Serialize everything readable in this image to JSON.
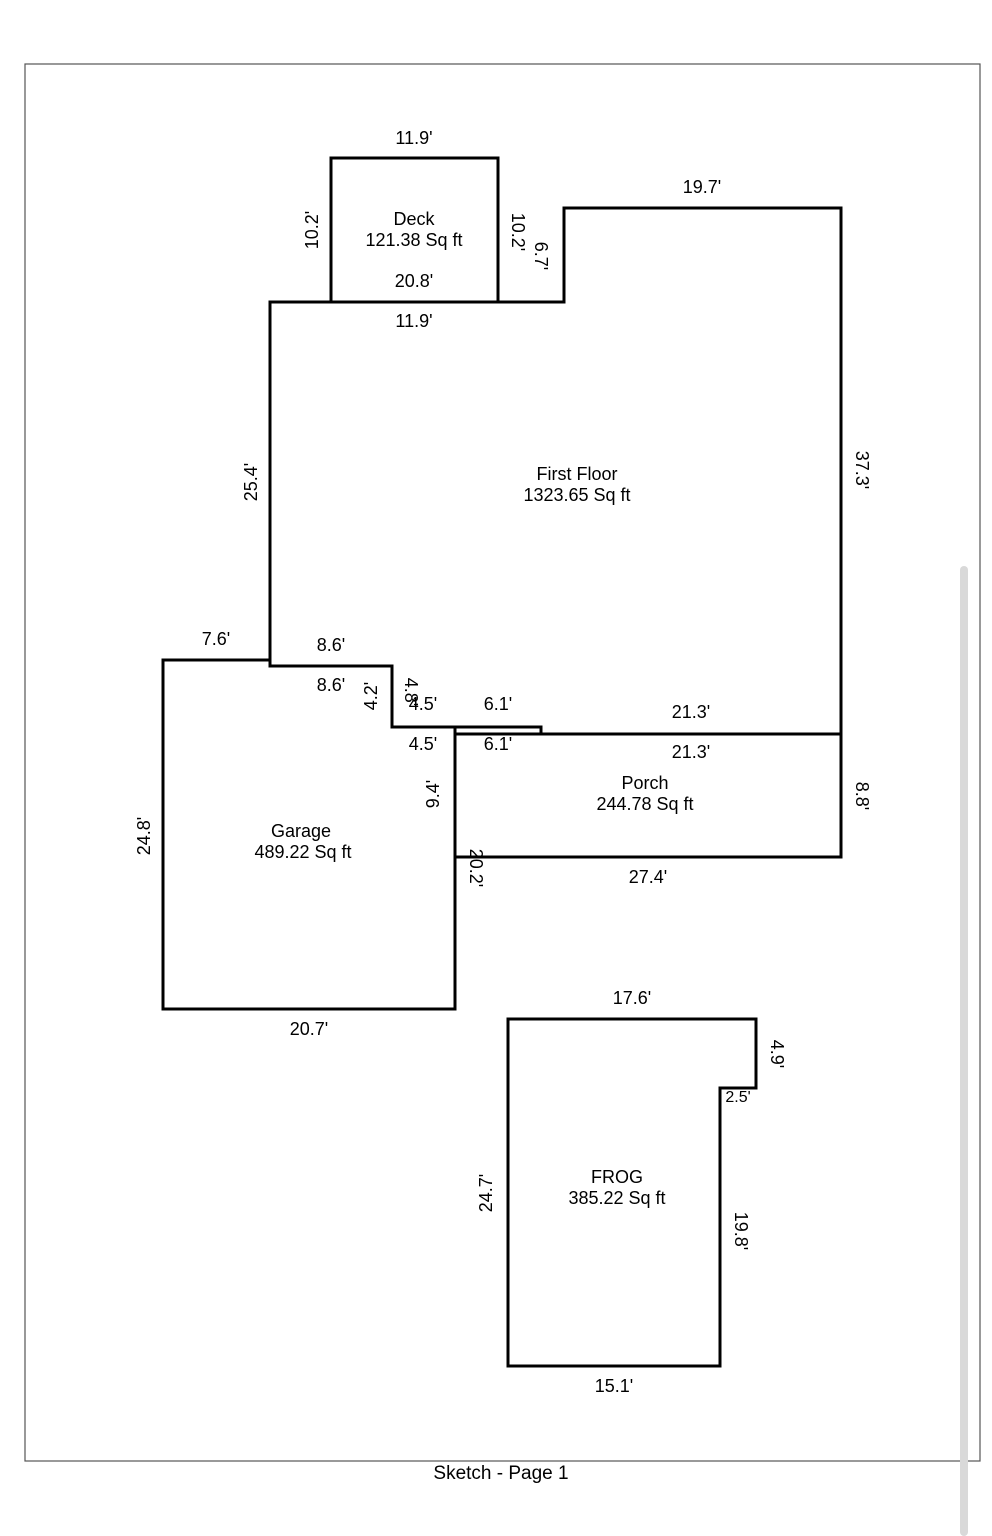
{
  "page_label": "Sketch - Page 1",
  "rooms": {
    "deck": {
      "name": "Deck",
      "area": "121.38 Sq ft"
    },
    "first_floor": {
      "name": "First Floor",
      "area": "1323.65 Sq ft"
    },
    "garage": {
      "name": "Garage",
      "area": "489.22 Sq ft"
    },
    "porch": {
      "name": "Porch",
      "area": "244.78 Sq ft"
    },
    "frog": {
      "name": "FROG",
      "area": "385.22 Sq ft"
    }
  },
  "dimensions": {
    "deck_top": "11.9'",
    "deck_left": "10.2'",
    "deck_right": "10.2'",
    "deck_bottom": "20.8'",
    "ff_step": "6.7'",
    "ff_top_right": "19.7'",
    "ff_top_left": "11.9'",
    "ff_left": "25.4'",
    "ff_right": "37.3'",
    "ff_bottom_a": "8.6'",
    "ff_bottom_a2": "8.6'",
    "garage_top_left": "7.6'",
    "notch_v": "4.2'",
    "notch_v2": "4.8'",
    "notch_h": "4.5'",
    "notch_h2": "4.5'",
    "mid_a": "6.1'",
    "mid_b": "6.1'",
    "ff_bottom_r": "21.3'",
    "porch_top": "21.3'",
    "porch_right": "8.8'",
    "porch_bottom": "27.4'",
    "garage_inner": "9.4'",
    "garage_right": "20.2'",
    "garage_left": "24.8'",
    "garage_bottom": "20.7'",
    "frog_top": "17.6'",
    "frog_notch_v": "4.9'",
    "frog_notch_h": "2.5'",
    "frog_right": "19.8'",
    "frog_left": "24.7'",
    "frog_bottom": "15.1'"
  }
}
